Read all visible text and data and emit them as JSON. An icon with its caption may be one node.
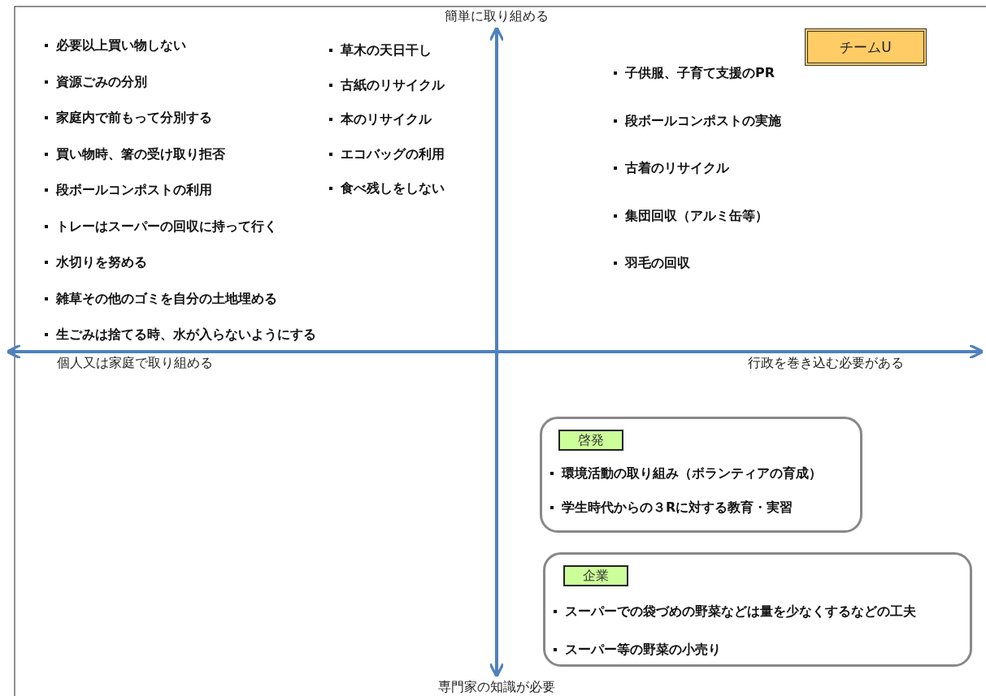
{
  "diagram": {
    "nodes": [
      {
        "text": [
          "チームU"
        ]
      },
      {
        "text": [
          "環境活動の取り組み（ボランティアの育成）",
          "学生時代からの３Rに対する教育・実習"
        ]
      },
      {
        "text": [
          "啓発"
        ],
        "in": 1
      },
      {
        "text": [
          "スーパーでの袋づめの野菜などは量を少なくするなどの工夫",
          "スーパー等の野菜の小売り"
        ]
      },
      {
        "text": [
          "企業"
        ],
        "in": 3
      }
    ],
    "labels": [
      "簡単に取り組める",
      "必要以上買い物しない",
      "資源ごみの分別",
      "家庭内で前もって分別する",
      "買い物時、箸の受け取り拒否",
      "段ボールコンポストの利用",
      "トレーはスーパーの回収に持って行く",
      "水切りを努める",
      "雑草その他のゴミを自分の土地埋める",
      "生ごみは捨てる時、水が入らないようにする",
      "草木の天日干し",
      "古紙のリサイクル",
      "本のリサイクル",
      "エコバッグの利用",
      "食べ残しをしない",
      "子供服、子育て支援のPR",
      "段ボールコンポストの実施",
      "古着のリサイクル",
      "集団回収（アルミ缶等）",
      "羽毛の回収",
      "個人又は家庭で取り組める",
      "行政を巻き込む必要がある",
      "専門家の知識が必要"
    ]
  }
}
